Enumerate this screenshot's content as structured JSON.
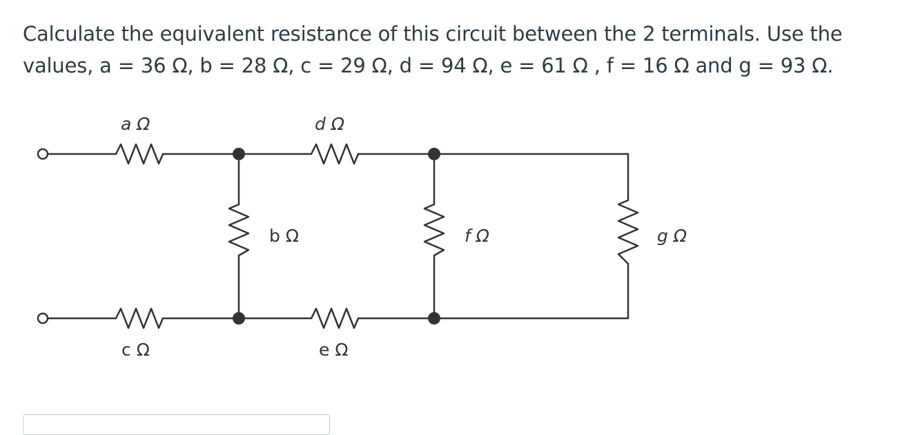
{
  "question": {
    "text": "Calculate the equivalent resistance of this circuit between the 2 terminals. Use the values, a = 36 Ω, b = 28 Ω, c = 29 Ω, d = 94 Ω, e = 61 Ω , f = 16 Ω and g = 93 Ω."
  },
  "circuit": {
    "labels": {
      "a": "a Ω",
      "b": "b Ω",
      "c": "c Ω",
      "d": "d Ω",
      "e": "e Ω",
      "f": "f Ω",
      "g": "g Ω"
    }
  },
  "answer": {
    "value": ""
  }
}
